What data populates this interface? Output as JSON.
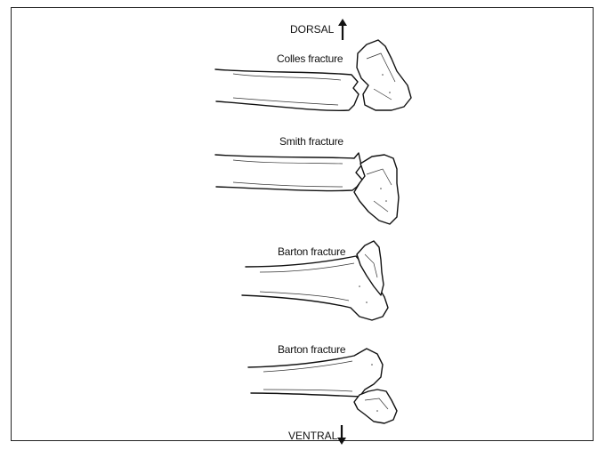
{
  "orientation": {
    "top_label": "DORSAL",
    "bottom_label": "VENTRAL"
  },
  "fractures": [
    {
      "label": "Colles fracture"
    },
    {
      "label": "Smith fracture"
    },
    {
      "label": "Barton fracture"
    },
    {
      "label": "Barton fracture"
    }
  ],
  "colors": {
    "line": "#111111",
    "background": "#ffffff"
  }
}
